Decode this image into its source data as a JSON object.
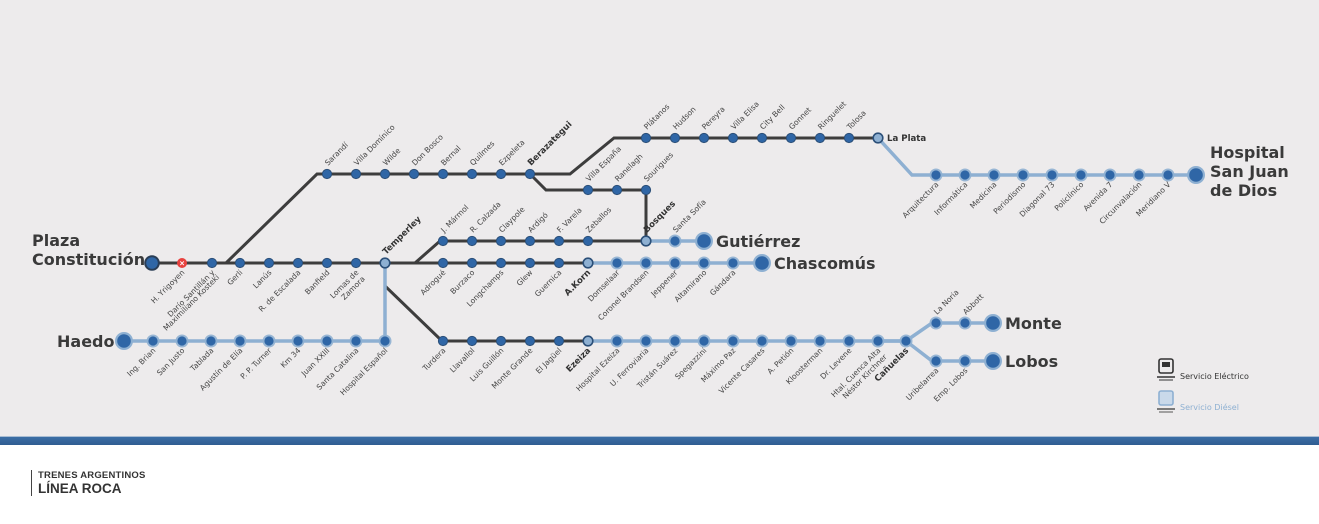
{
  "title": "Trenes Argentinos - Línea Roca",
  "colors": {
    "electric_line": "#3d3d3d",
    "diesel_line": "#8eb0d2",
    "station_fill": "#2f66a6",
    "station_stroke": "#2b4f78",
    "closed_station": "#e8423f",
    "background": "#edebec",
    "bar": "#33649a",
    "diesel_legend_text": "#8eb0d2"
  },
  "terminals": {
    "constitucion": "Plaza Constitución",
    "haedo": "Haedo",
    "gutierrez": "Gutiérrez",
    "chascomus": "Chascomús",
    "monte": "Monte",
    "lobos": "Lobos",
    "san_juan": "Hospital San Juan de Dios"
  },
  "transfer_stations": {
    "temperley": "Temperley",
    "berazategui": "Berazategui",
    "bosques": "Bosques",
    "korn": "A.Korn",
    "ezeiza": "Ezeiza",
    "canuelas": "Cañuelas",
    "la_plata": "La Plata"
  },
  "branches": {
    "trunk": [
      "H. Yrigoyen",
      "Darío Santillán y Maximiliano Kosteki",
      "Gerli",
      "Lanús",
      "R. de Escalada",
      "Banfield",
      "Lomas de Zamora"
    ],
    "closed_station": "H. Yrigoyen",
    "quilmes": [
      "Sarandí",
      "Villa Domínico",
      "Wilde",
      "Don Bosco",
      "Bernal",
      "Quilmes",
      "Ezpeleta"
    ],
    "la_plata": [
      "Plátanos",
      "Hudson",
      "Pereyra",
      "Villa Elisa",
      "City Bell",
      "Gonnet",
      "Ringuelet",
      "Tolosa"
    ],
    "bosques_via_quilmes": [
      "Villa España",
      "Ranelagh",
      "Sourigues"
    ],
    "universitario": [
      "Arquitectura",
      "Informática",
      "Medicina",
      "Periodismo",
      "Diagonal 73",
      "Policlínico",
      "Avenida 7",
      "Circunvalación",
      "Meridiano V"
    ],
    "bosques_via_temperley": [
      "J. Mármol",
      "R. Calzada",
      "Claypole",
      "Ardigó",
      "F. Varela",
      "Zeballos"
    ],
    "gutierrez": [
      "Santa Sofía"
    ],
    "korn": [
      "Adrogué",
      "Burzaco",
      "Longchamps",
      "Glew",
      "Guernica"
    ],
    "chascomus": [
      "Domselaar",
      "Coronel Brandsen",
      "Jeppener",
      "Altamirano",
      "Gándara"
    ],
    "ezeiza": [
      "Turdera",
      "Llavallol",
      "Luis Guillón",
      "Monte Grande",
      "El Jagüel"
    ],
    "canuelas": [
      "Hospital Ezeiza",
      "U. Ferroviaria",
      "Tristán Suárez",
      "Spegazzini",
      "Máximo Paz",
      "Vicente Casares",
      "A. Petión",
      "Kloosterman",
      "Dr. Levene",
      "Htal. Cuenca Alta Néstor Kirchner"
    ],
    "monte": [
      "La Noria",
      "Abbott"
    ],
    "lobos": [
      "Uribelarrea",
      "Emp. Lobos"
    ],
    "haedo": [
      "Ing. Brian",
      "San Justo",
      "Tablada",
      "Agustín de Elía",
      "P. P. Turner",
      "Km 34",
      "Juan XXIII",
      "Santa Catalina",
      "Hospital Español"
    ]
  },
  "legend": {
    "electric": "Servicio Eléctrico",
    "diesel": "Servicio Diésel"
  },
  "footer": {
    "brand": "TRENES ARGENTINOS",
    "line": "LÍNEA ROCA"
  }
}
